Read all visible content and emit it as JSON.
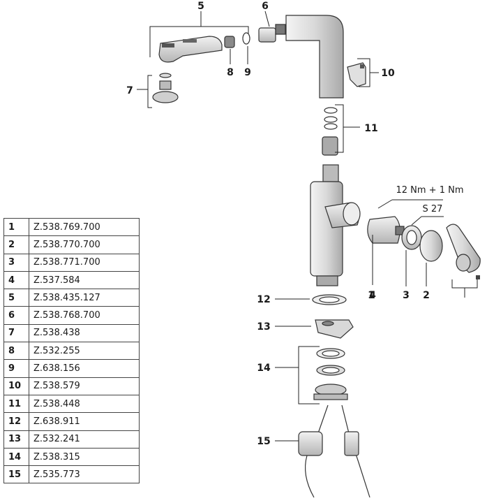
{
  "callouts": [
    "1",
    "2",
    "3",
    "4",
    "5",
    "6",
    "7",
    "8",
    "9",
    "10",
    "11",
    "12",
    "13",
    "14",
    "15"
  ],
  "annotations": {
    "torque": "12 Nm + 1 Nm",
    "wrench": "S 27"
  },
  "parts_table": [
    {
      "pos": "1",
      "code": "Z.538.769.700"
    },
    {
      "pos": "2",
      "code": "Z.538.770.700"
    },
    {
      "pos": "3",
      "code": "Z.538.771.700"
    },
    {
      "pos": "4",
      "code": "Z.537.584"
    },
    {
      "pos": "5",
      "code": "Z.538.435.127"
    },
    {
      "pos": "6",
      "code": "Z.538.768.700"
    },
    {
      "pos": "7",
      "code": "Z.538.438"
    },
    {
      "pos": "8",
      "code": "Z.532.255"
    },
    {
      "pos": "9",
      "code": "Z.638.156"
    },
    {
      "pos": "10",
      "code": "Z.538.579"
    },
    {
      "pos": "11",
      "code": "Z.538.448"
    },
    {
      "pos": "12",
      "code": "Z.638.911"
    },
    {
      "pos": "13",
      "code": "Z.532.241"
    },
    {
      "pos": "14",
      "code": "Z.538.315"
    },
    {
      "pos": "15",
      "code": "Z.535.773"
    }
  ],
  "colors": {
    "part_fill": "#e4e4e4",
    "part_dark": "#555555",
    "line": "#222222"
  }
}
